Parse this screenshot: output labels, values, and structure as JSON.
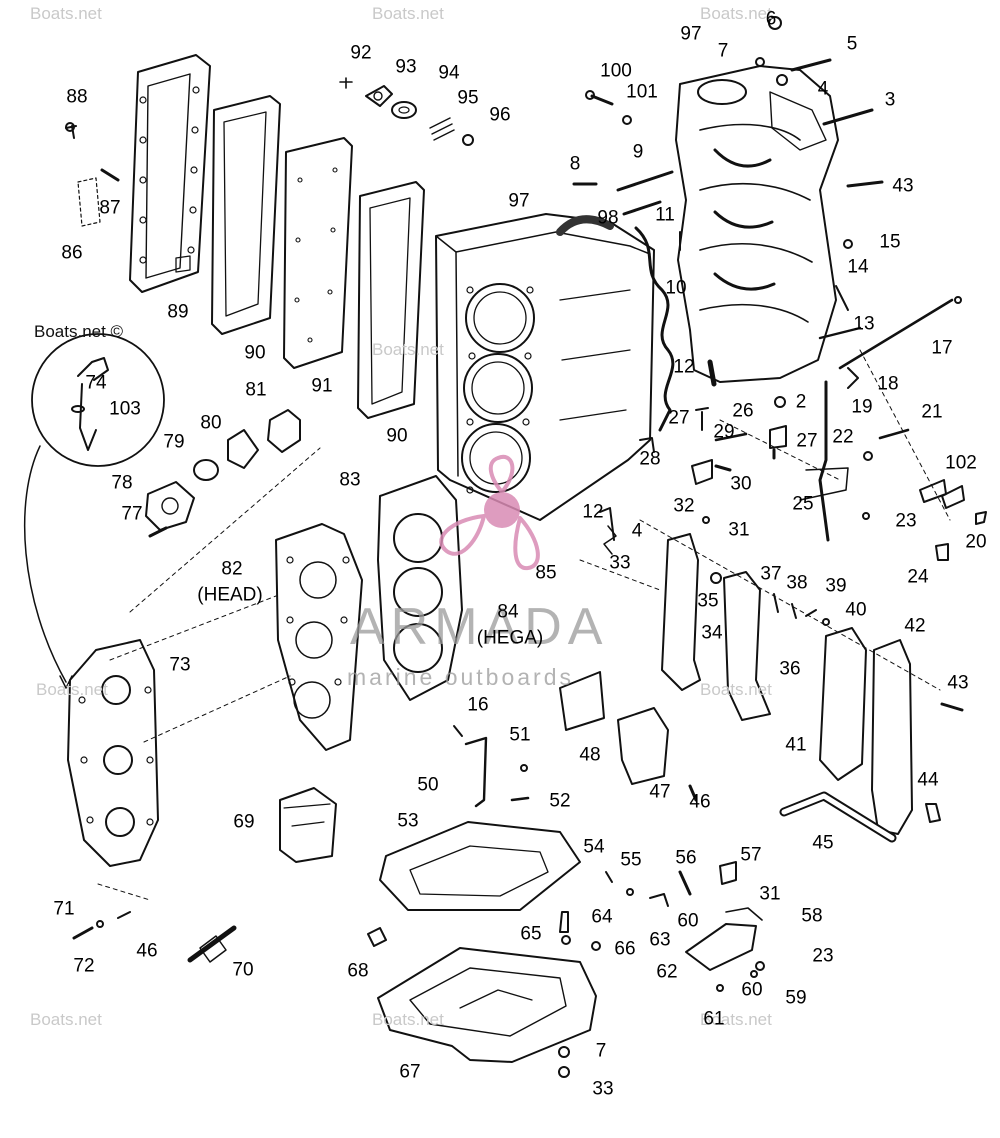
{
  "watermark": "Boats.net ©",
  "watermark_short": "Boats.net",
  "brand": {
    "name": "ARMADA",
    "tagline": "marine outboards",
    "color": "#d98bb4"
  },
  "part_labels": [
    "88",
    "87",
    "86",
    "89",
    "90",
    "91",
    "90",
    "92",
    "93",
    "94",
    "95",
    "96",
    "100",
    "101",
    "97",
    "6",
    "7",
    "5",
    "4",
    "3",
    "43",
    "8",
    "9",
    "98",
    "11",
    "97",
    "15",
    "14",
    "10",
    "13",
    "17",
    "18",
    "12",
    "19",
    "2",
    "26",
    "21",
    "22",
    "27",
    "29",
    "27",
    "28",
    "30",
    "32",
    "25",
    "102",
    "23",
    "20",
    "24",
    "4",
    "12",
    "31",
    "33",
    "85",
    "84",
    "(HEGA)",
    "82",
    "(HEAD)",
    "83",
    "81",
    "80",
    "79",
    "78",
    "77",
    "74",
    "103",
    "73",
    "35",
    "37",
    "38",
    "39",
    "40",
    "42",
    "34",
    "36",
    "43",
    "41",
    "44",
    "45",
    "16",
    "51",
    "50",
    "52",
    "48",
    "47",
    "46",
    "69",
    "53",
    "54",
    "55",
    "56",
    "57",
    "31",
    "58",
    "64",
    "60",
    "63",
    "65",
    "66",
    "23",
    "62",
    "60",
    "59",
    "68",
    "61",
    "70",
    "71",
    "72",
    "46",
    "67",
    "7",
    "33"
  ]
}
